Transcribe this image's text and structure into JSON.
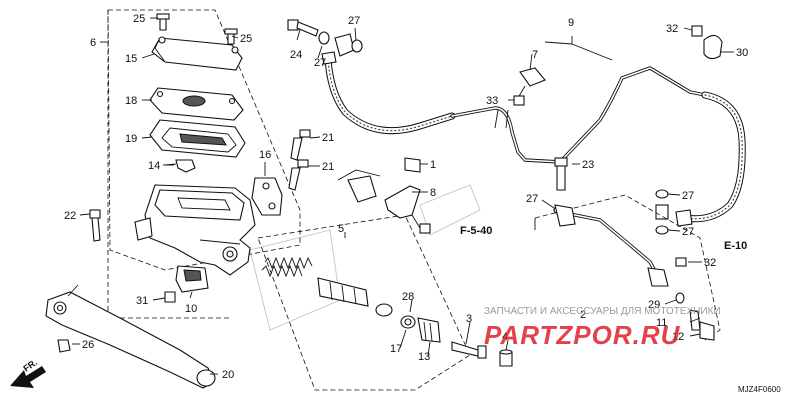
{
  "callouts": {
    "c1": "1",
    "c2": "2",
    "c3": "3",
    "c4": "4",
    "c5": "5",
    "c6": "6",
    "c7": "7",
    "c8": "8",
    "c9": "9",
    "c10": "10",
    "c11": "11",
    "c12": "12",
    "c13": "13",
    "c14": "14",
    "c15": "15",
    "c16": "16",
    "c17": "17",
    "c18": "18",
    "c19": "19",
    "c20": "20",
    "c21": "21",
    "c22": "22",
    "c23": "23",
    "c24": "24",
    "c25": "25",
    "c26": "26",
    "c27": "27",
    "c28": "28",
    "c29": "29",
    "c30": "30",
    "c31": "31",
    "c32": "32",
    "c33": "33"
  },
  "refs": {
    "f540": "F-5-40",
    "e10": "E-10"
  },
  "front_marker": "FR.",
  "watermark": {
    "caption": "ЗАПЧАСТИ И АКСЕССУАРЫ ДЛЯ МОТОТЕХНИКИ",
    "brand": "PARTZPOR.RU"
  },
  "diagram_code": "MJZ4F0600",
  "colors": {
    "watermark_red": "#e0212b",
    "watermark_gray": "#b5b5b5",
    "line": "#111111"
  }
}
